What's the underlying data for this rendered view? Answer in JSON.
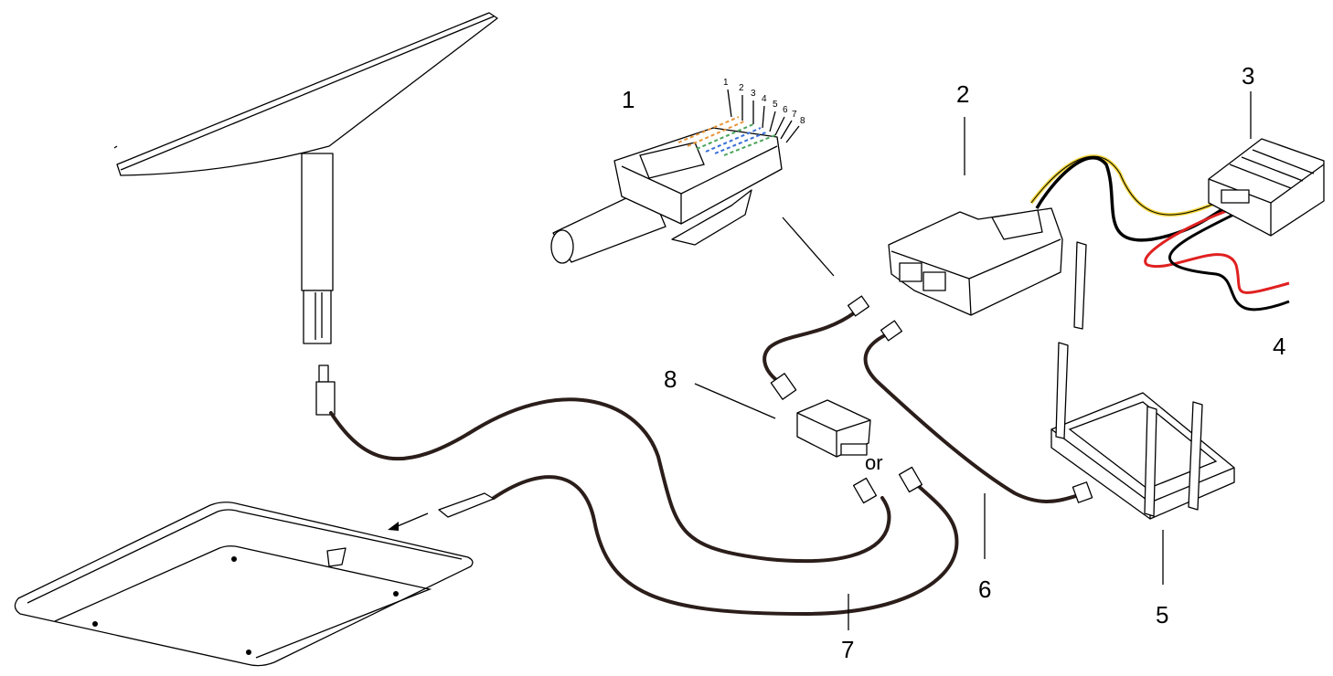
{
  "callouts": {
    "c1": "1",
    "c2": "2",
    "c3": "3",
    "c4": "4",
    "c5": "5",
    "c6": "6",
    "c7": "7",
    "c8": "8"
  },
  "rj45_pins": [
    "1",
    "2",
    "3",
    "4",
    "5",
    "6",
    "7",
    "8"
  ],
  "or_text": "or",
  "colors": {
    "cable": "#2b1e1a",
    "wire_yellow": "#f2d43a",
    "wire_red": "#e02020",
    "wire_black": "#000000",
    "pin_orange": "#e8953a",
    "pin_blue": "#3a6fd8",
    "pin_green": "#4aa55a"
  }
}
